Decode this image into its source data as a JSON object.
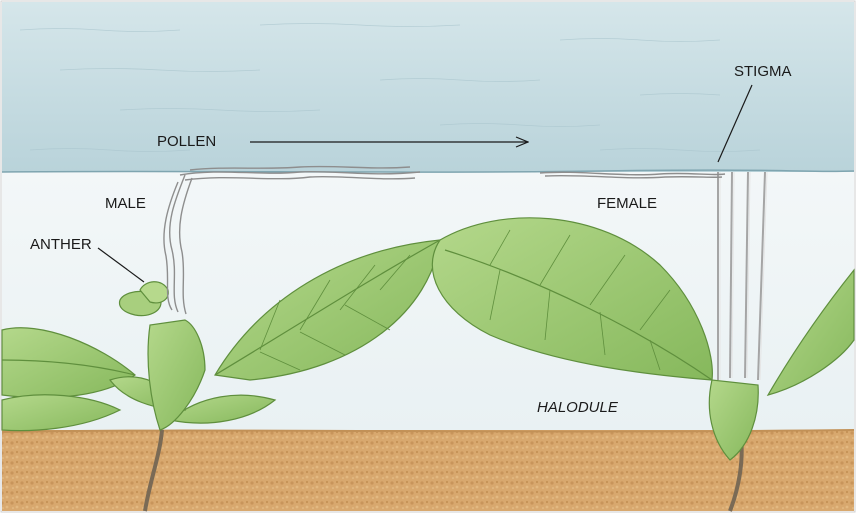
{
  "labels": {
    "pollen": "POLLEN",
    "stigma": "STIGMA",
    "male": "MALE",
    "female": "FEMALE",
    "anther": "ANTHER",
    "halodule": "HALODULE"
  },
  "colors": {
    "water_surface": "#c9dde3",
    "water_below": "#eef4f6",
    "sediment": "#d6a66d",
    "leaf": "#9cc970",
    "leaf_vein": "#5f8f3d",
    "pollen_strand": "#8e8e8e",
    "line": "#1a1a1a"
  }
}
